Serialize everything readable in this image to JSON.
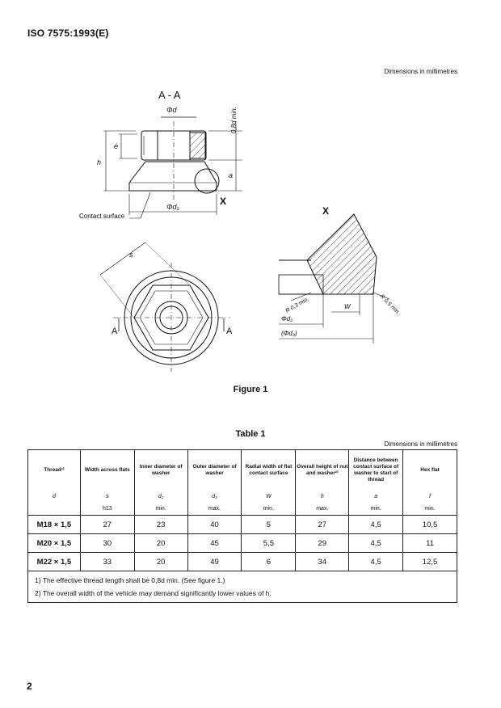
{
  "header": {
    "standard": "ISO 7575:1993(E)"
  },
  "figure": {
    "units_note": "Dimensions in millimetres",
    "caption": "Figure 1",
    "labels": {
      "section": "A - A",
      "phi_d": "Φd",
      "phi_d1": "Φd₁",
      "min_08d": "0,8d min.",
      "h": "h",
      "e": "e",
      "a": "a",
      "x_mark": "X",
      "contact_surface": "Contact surface",
      "s": "s",
      "a_left": "A",
      "a_right": "A",
      "detail_x": "X",
      "r03": "R 0,3 min.",
      "r05": "R 0,5 min.",
      "w": "W",
      "phi_d2": "Φd₂",
      "phi_d3": "(Φd₃)"
    }
  },
  "table": {
    "caption": "Table 1",
    "units_note": "Dimensions in millimetres",
    "headers": [
      "Thread¹⁾",
      "Width across flats",
      "Inner diameter of washer",
      "Outer diameter of washer",
      "Radial width of flat contact surface",
      "Overall height of nut and washer²⁾",
      "Distance between contact surface of washer to start of thread",
      "Hex flat"
    ],
    "symbols": [
      "d",
      "s",
      "d₂",
      "d₃",
      "W",
      "h",
      "a",
      "f"
    ],
    "tolerances": [
      "",
      "h13",
      "min.",
      "max.",
      "min.",
      "max.",
      "min.",
      "min."
    ],
    "rows": [
      [
        "M18 × 1,5",
        "27",
        "23",
        "40",
        "5",
        "27",
        "4,5",
        "10,5"
      ],
      [
        "M20 × 1,5",
        "30",
        "20",
        "45",
        "5,5",
        "29",
        "4,5",
        "11"
      ],
      [
        "M22 × 1,5",
        "33",
        "20",
        "49",
        "6",
        "34",
        "4,5",
        "12,5"
      ]
    ],
    "footnotes": [
      "1)  The effective thread length shall be 0,8d min. (See figure 1.)",
      "2)  The overall width of the vehicle may demand significantly lower values of h."
    ]
  },
  "page_number": "2"
}
